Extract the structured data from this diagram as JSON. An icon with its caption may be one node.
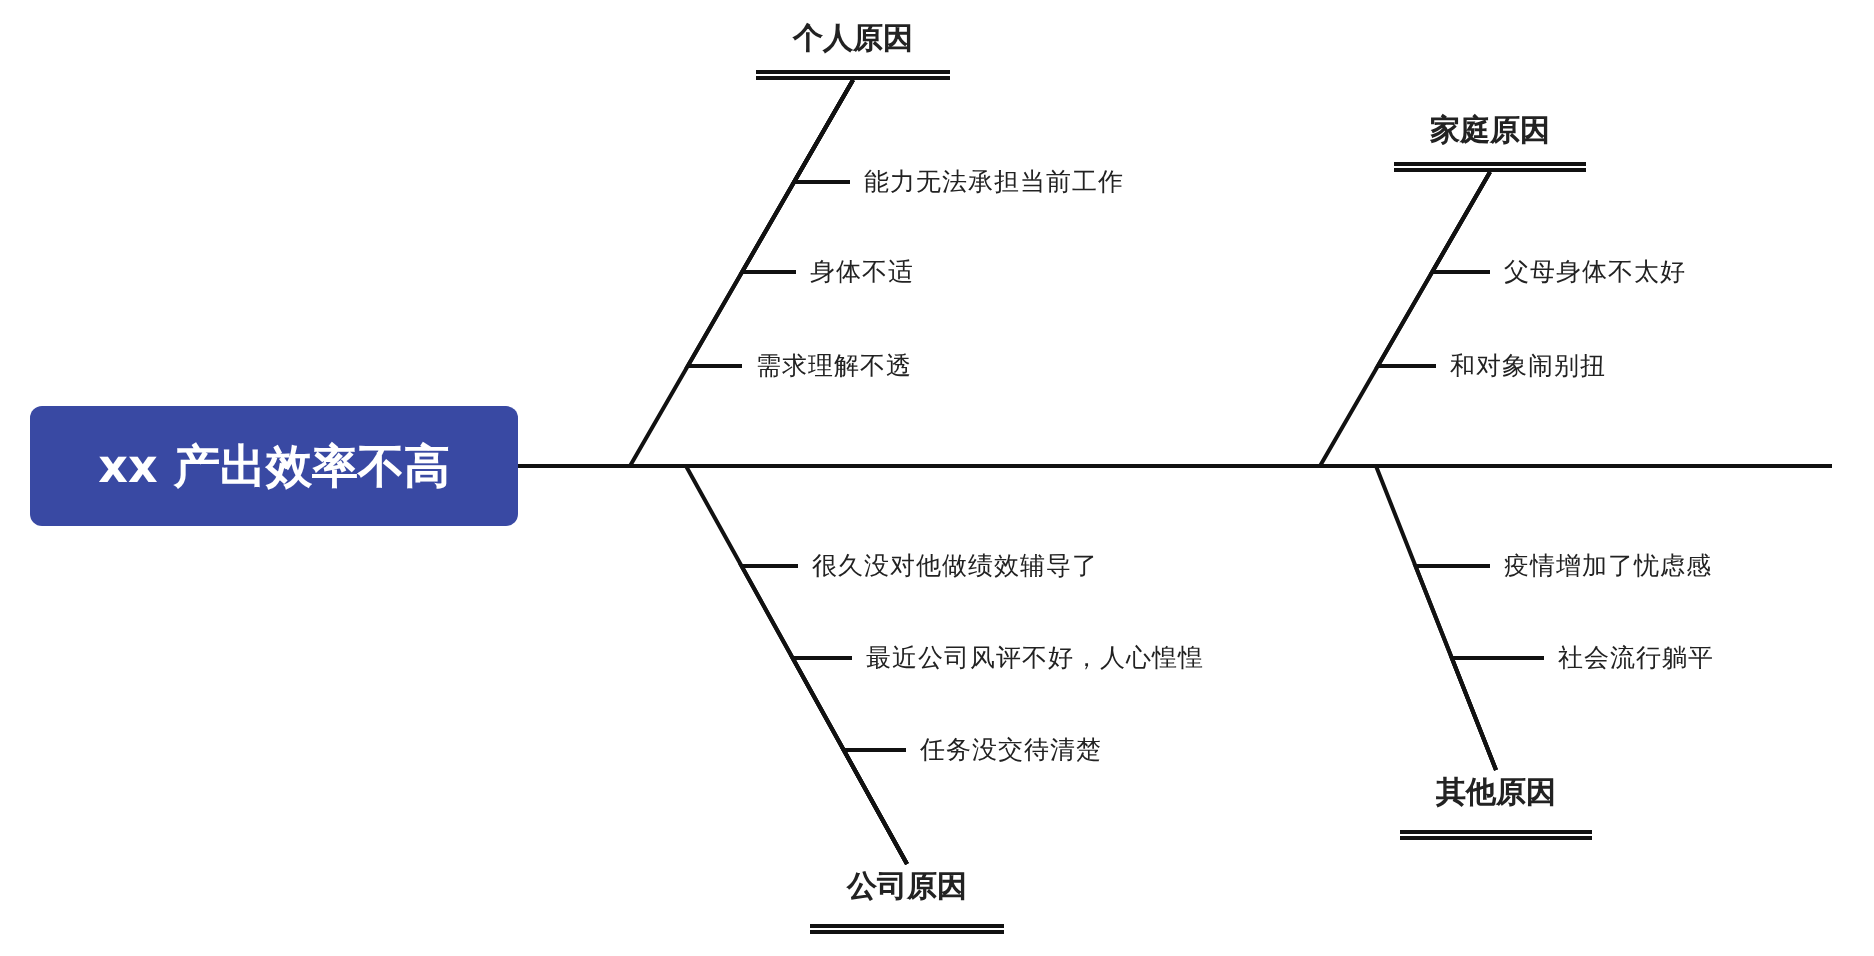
{
  "diagram": {
    "nodes": [
      {
        "text": [
          "xx 产出效率不高"
        ]
      },
      {
        "text": [
          "个人原因"
        ]
      },
      {
        "text": [
          "能力无法承担当前工作"
        ]
      },
      {
        "text": [
          "身体不适"
        ]
      },
      {
        "text": [
          "需求理解不透"
        ]
      },
      {
        "text": [
          "家庭原因"
        ]
      },
      {
        "text": [
          "父母身体不太好"
        ]
      },
      {
        "text": [
          "和对象闹别扭"
        ]
      },
      {
        "text": [
          "公司原因"
        ]
      },
      {
        "text": [
          "很久没对他做绩效辅导了"
        ]
      },
      {
        "text": [
          "最近公司风评不好，人心惶惶"
        ]
      },
      {
        "text": [
          "任务没交待清楚"
        ]
      },
      {
        "text": [
          "其他原因"
        ]
      },
      {
        "text": [
          "疫情增加了忧虑感"
        ]
      },
      {
        "text": [
          "社会流行躺平"
        ]
      }
    ],
    "edges": [
      {
        "from": 1,
        "to": 0,
        "arrow": "none"
      },
      {
        "from": 2,
        "to": 1,
        "arrow": "none"
      },
      {
        "from": 3,
        "to": 1,
        "arrow": "none"
      },
      {
        "from": 4,
        "to": 1,
        "arrow": "none"
      },
      {
        "from": 5,
        "to": 0,
        "arrow": "none"
      },
      {
        "from": 6,
        "to": 5,
        "arrow": "none"
      },
      {
        "from": 7,
        "to": 5,
        "arrow": "none"
      },
      {
        "from": 8,
        "to": 0,
        "arrow": "none"
      },
      {
        "from": 9,
        "to": 8,
        "arrow": "none"
      },
      {
        "from": 10,
        "to": 8,
        "arrow": "none"
      },
      {
        "from": 11,
        "to": 8,
        "arrow": "none"
      },
      {
        "from": 12,
        "to": 0,
        "arrow": "none"
      },
      {
        "from": 13,
        "to": 12,
        "arrow": "none"
      },
      {
        "from": 14,
        "to": 12,
        "arrow": "none"
      }
    ]
  }
}
